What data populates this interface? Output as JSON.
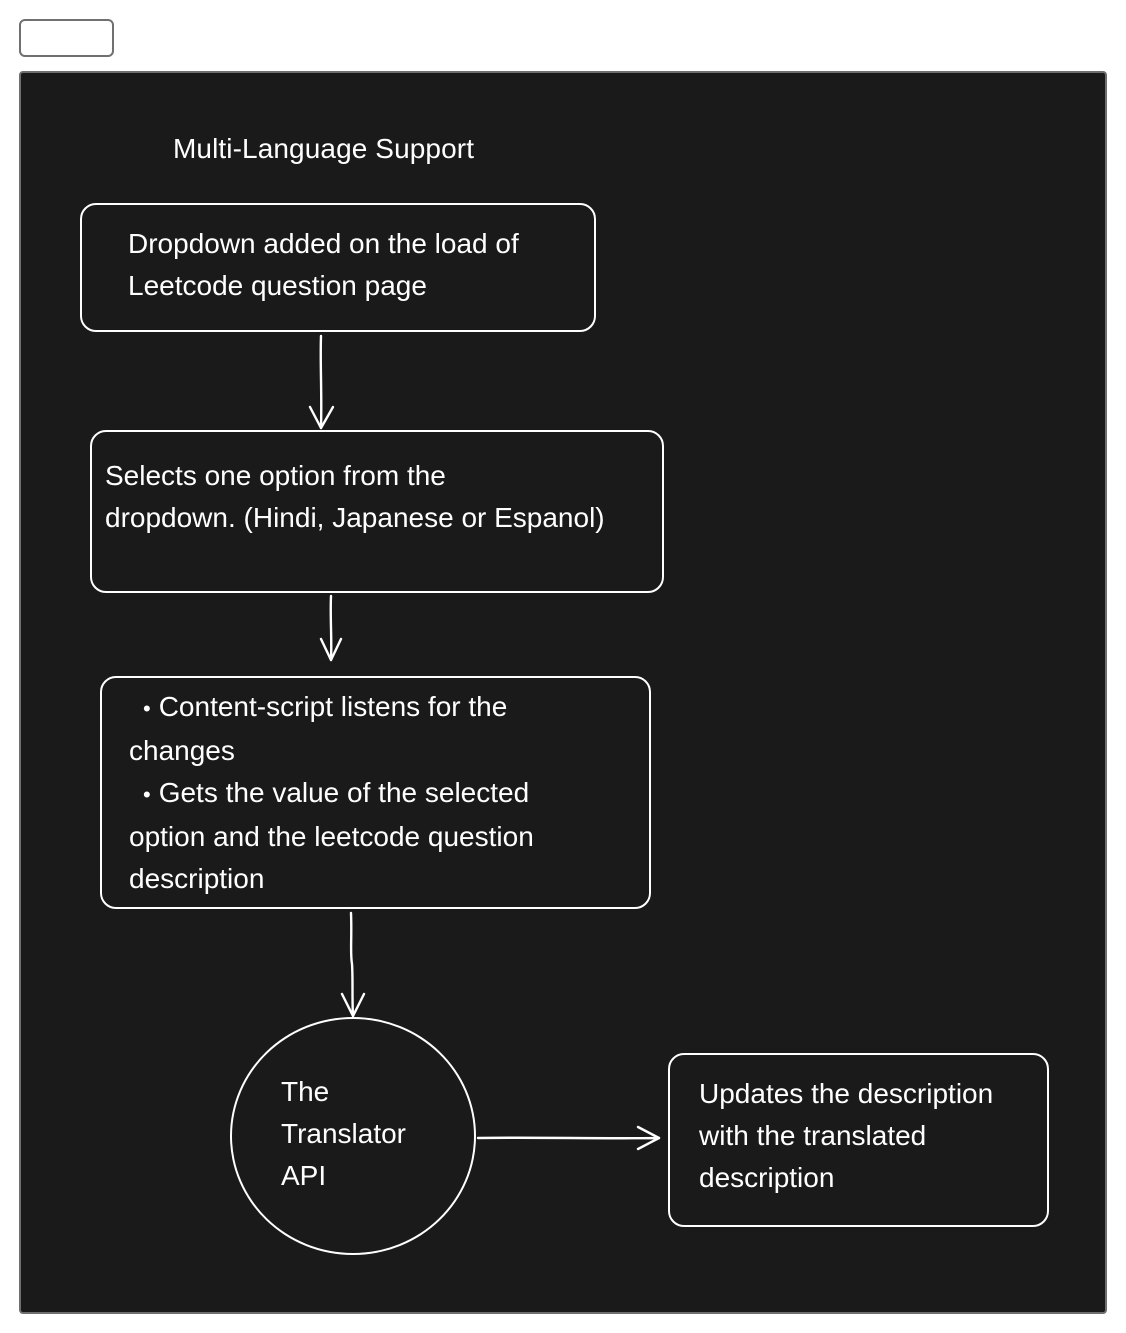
{
  "title": "Multi-Language Support",
  "nodes": {
    "dropdown_added": {
      "lines": [
        "Dropdown added on the load of",
        "Leetcode question page"
      ]
    },
    "selects_option": {
      "lines": [
        "Selects one option from the",
        "dropdown. (Hindi, Japanese or Espanol)"
      ]
    },
    "content_script": {
      "bullet": "•",
      "lines": [
        "Content-script listens for the",
        "changes",
        "Gets the value of the selected",
        "option and the leetcode question",
        "description"
      ]
    },
    "translator_api": {
      "lines": [
        "The",
        "Translator",
        "API"
      ]
    },
    "updates_description": {
      "lines": [
        "Updates the description",
        "with the translated",
        "description"
      ]
    }
  },
  "edges": [
    {
      "from": "dropdown_added",
      "to": "selects_option"
    },
    {
      "from": "selects_option",
      "to": "content_script"
    },
    {
      "from": "content_script",
      "to": "translator_api"
    },
    {
      "from": "translator_api",
      "to": "updates_description"
    }
  ],
  "colors": {
    "canvas": "#1a1a1a",
    "stroke": "#ffffff",
    "text": "#ffffff",
    "frame_border": "#6f6f6f"
  }
}
